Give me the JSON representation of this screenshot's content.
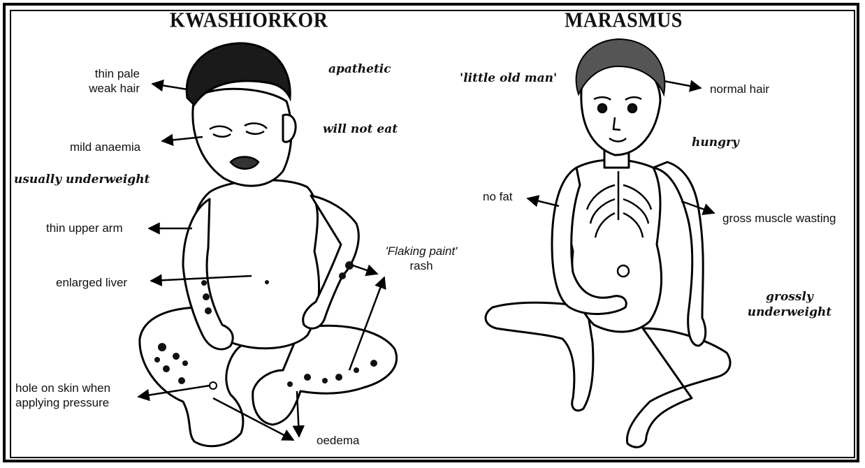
{
  "titles": {
    "left": "KWASHIORKOR",
    "right": "MARASMUS"
  },
  "kwashiorkor": {
    "hair_line1": "thin pale",
    "hair_line2": "weak hair",
    "apathetic": "apathetic",
    "will_not_eat": "will not eat",
    "anaemia": "mild anaemia",
    "underweight": "usually underweight",
    "upper_arm": "thin upper arm",
    "liver": "enlarged liver",
    "rash_line1": "'Flaking paint'",
    "rash_line2": "rash",
    "hole_line1": "hole on skin when",
    "hole_line2": "applying pressure",
    "oedema": "oedema"
  },
  "marasmus": {
    "old_man": "'little old man'",
    "normal_hair": "normal hair",
    "hungry": "hungry",
    "no_fat": "no fat",
    "muscle": "gross muscle wasting",
    "underweight_line1": "grossly",
    "underweight_line2": "underweight"
  }
}
